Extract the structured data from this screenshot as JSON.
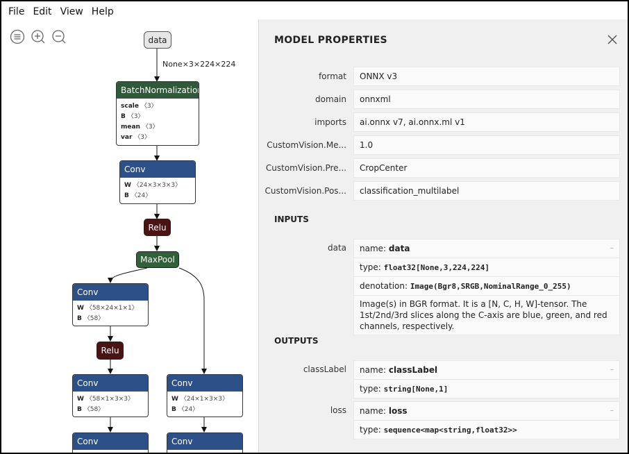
{
  "menu": {
    "items": [
      "File",
      "Edit",
      "View",
      "Help"
    ]
  },
  "toolbar": {
    "icons": [
      "list-icon",
      "zoom-in-icon",
      "zoom-out-icon"
    ]
  },
  "graph": {
    "input": {
      "label": "data",
      "edge_label": "None×3×224×224"
    },
    "batchnorm": {
      "title": "BatchNormalization",
      "attrs": [
        {
          "name": "scale",
          "value": "〈3〉"
        },
        {
          "name": "B",
          "value": "〈3〉"
        },
        {
          "name": "mean",
          "value": "〈3〉"
        },
        {
          "name": "var",
          "value": "〈3〉"
        }
      ]
    },
    "conv1": {
      "title": "Conv",
      "attrs": [
        {
          "name": "W",
          "value": "〈24×3×3×3〉"
        },
        {
          "name": "B",
          "value": "〈24〉"
        }
      ]
    },
    "relu1": {
      "label": "Relu"
    },
    "maxpool": {
      "label": "MaxPool"
    },
    "conv2": {
      "title": "Conv",
      "attrs": [
        {
          "name": "W",
          "value": "〈58×24×1×1〉"
        },
        {
          "name": "B",
          "value": "〈58〉"
        }
      ]
    },
    "relu2": {
      "label": "Relu"
    },
    "conv3": {
      "title": "Conv",
      "attrs": [
        {
          "name": "W",
          "value": "〈58×1×3×3〉"
        },
        {
          "name": "B",
          "value": "〈58〉"
        }
      ]
    },
    "conv4": {
      "title": "Conv",
      "attrs": [
        {
          "name": "W",
          "value": "〈24×1×3×3〉"
        },
        {
          "name": "B",
          "value": "〈24〉"
        }
      ]
    },
    "conv5": {
      "title": "Conv"
    },
    "conv6": {
      "title": "Conv"
    }
  },
  "panel": {
    "title": "MODEL PROPERTIES",
    "properties": [
      {
        "label": "format",
        "value": "ONNX v3"
      },
      {
        "label": "domain",
        "value": "onnxml"
      },
      {
        "label": "imports",
        "value": "ai.onnx v7, ai.onnx.ml v1"
      },
      {
        "label": "CustomVision.Me...",
        "value": "1.0"
      },
      {
        "label": "CustomVision.Pre...",
        "value": "CropCenter"
      },
      {
        "label": "CustomVision.Pos...",
        "value": "classification_multilabel"
      }
    ],
    "inputs_title": "INPUTS",
    "inputs": [
      {
        "label": "data",
        "name_key": "name: ",
        "name": "data",
        "type_key": "type: ",
        "type": "float32[None,3,224,224]",
        "denotation_key": "denotation: ",
        "denotation": "Image(Bgr8,SRGB,NominalRange_0_255)",
        "description": "Image(s) in BGR format. It is a [N, C, H, W]-tensor. The 1st/2nd/3rd slices along the C-axis are blue, green, and red channels, respectively."
      }
    ],
    "outputs_title": "OUTPUTS",
    "outputs": [
      {
        "label": "classLabel",
        "name_key": "name: ",
        "name": "classLabel",
        "type_key": "type: ",
        "type": "string[None,1]"
      },
      {
        "label": "loss",
        "name_key": "name: ",
        "name": "loss",
        "type_key": "type: ",
        "type": "sequence<map<string,float32>>"
      }
    ],
    "collapse_glyph": "–"
  },
  "colors": {
    "batchnorm": "#31583a",
    "conv": "#2e5088",
    "relu": "#4b1414",
    "pool": "#32603a",
    "panel_bg": "#f0f0f0"
  }
}
